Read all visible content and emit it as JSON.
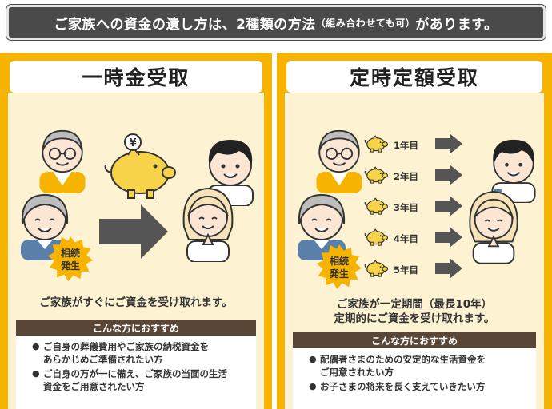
{
  "header": {
    "main": "ご家族への資金の遺し方は、2種類の方法",
    "note": "（組み合わせても可）",
    "tail": "があります。"
  },
  "left_panel": {
    "title": "一時金受取",
    "badge_line1": "相続",
    "badge_line2": "発生",
    "currency_symbol": "¥",
    "caption": "ご家族がすぐにご資金を受け取れます。",
    "rec_heading": "こんな方におすすめ",
    "rec_items": [
      "ご自身の葬儀費用やご家族の納税資金を",
      "あらかじめご準備されたい方",
      "ご自身の万が一に備え、ご家族の当面の生活",
      "資金をご用意されたい方"
    ]
  },
  "right_panel": {
    "title": "定時定額受取",
    "badge_line1": "相続",
    "badge_line2": "発生",
    "years": [
      "1年目",
      "2年目",
      "3年目",
      "4年目",
      "5年目"
    ],
    "caption_line1": "ご家族が一定期間（最長10年）",
    "caption_line2": "定期的にご資金を受け取れます。",
    "rec_heading": "こんな方におすすめ",
    "rec_items": [
      "配偶者さまのための安定的な生活資金を",
      "ご用意されたい方",
      "お子さまの将来を長く支えていきたい方"
    ]
  },
  "colors": {
    "accent": "#f6b400",
    "panel_bg": "#fdf3d2",
    "header_bg": "#4a4a4a",
    "rec_head_bg": "#5a4637",
    "arrow": "#555555"
  }
}
